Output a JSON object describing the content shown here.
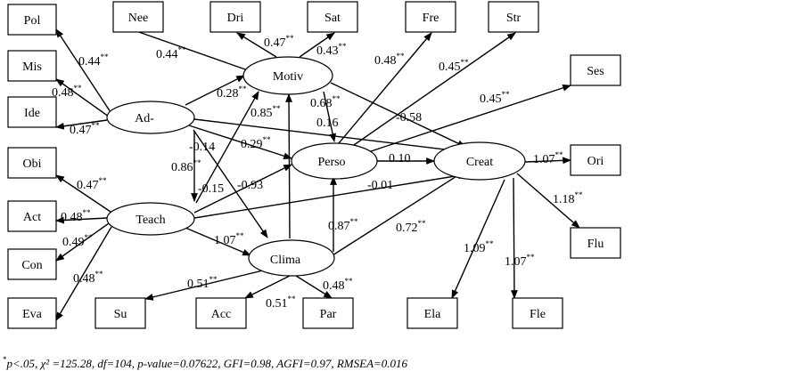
{
  "nodes": {
    "pol": "Pol",
    "mis": "Mis",
    "ide": "Ide",
    "obi": "Obi",
    "act": "Act",
    "con": "Con",
    "eva": "Eva",
    "nee": "Nee",
    "dri": "Dri",
    "sat": "Sat",
    "fre": "Fre",
    "str": "Str",
    "ses": "Ses",
    "ori": "Ori",
    "flu": "Flu",
    "ela": "Ela",
    "fle": "Fle",
    "su": "Su",
    "acc": "Acc",
    "par": "Par",
    "ad": "Ad-",
    "teach": "Teach",
    "motiv": "Motiv",
    "perso": "Perso",
    "clima": "Clima",
    "creat": "Creat"
  },
  "coefficients": {
    "ad_pol": "0.44",
    "ad_mis": "0.48",
    "ad_ide": "0.47",
    "teach_obi": "0.47",
    "teach_act": "0.48",
    "teach_con": "0.49",
    "teach_eva": "0.48",
    "motiv_nee": "0.44",
    "motiv_dri": "0.47",
    "motiv_sat": "0.43",
    "perso_fre": "0.48",
    "perso_str": "0.45",
    "perso_ses": "0.45",
    "creat_ori": "1.07",
    "creat_flu": "1.18",
    "creat_ela": "1.09",
    "creat_fle": "1.07",
    "clima_su": "0.51",
    "clima_acc": "0.51",
    "clima_par": "0.48",
    "ad_motiv": "0.28",
    "ad_creat": "0.16",
    "ad_perso": "-0.14",
    "ad_teach": "0.86",
    "ad_clima": "-0.15",
    "teach_motiv": "0.29",
    "teach_perso": "-0.93",
    "teach_creat": "-0.01",
    "teach_clima": "1.07",
    "motiv_perso": "0.68",
    "motiv_creat": "-0.58",
    "clima_motiv": "0.85",
    "perso_creat": "0.10",
    "clima_perso": "0.87",
    "clima_creat": "0.72",
    "sig": "**"
  },
  "footnote": {
    "mark": "*",
    "text": "p<.05, χ² =125.28, df=104, p-value=0.07622, GFI=0.98, AGFI=0.97, RMSEA=0.016"
  }
}
